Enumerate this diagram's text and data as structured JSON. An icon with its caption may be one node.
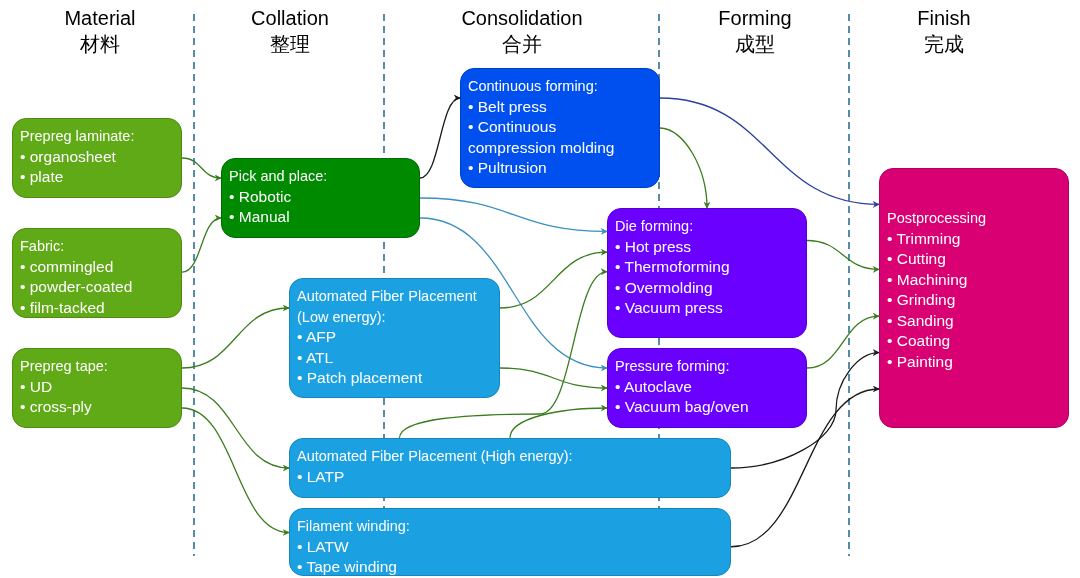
{
  "diagram": {
    "nodes": [
      {
        "text": [
          "Prepreg laminate:",
          "• organosheet",
          "• plate"
        ]
      },
      {
        "text": [
          "Fabric:",
          "• commingled",
          "• powder-coated",
          "• film-tacked"
        ]
      },
      {
        "text": [
          "Prepreg tape:",
          "• UD",
          "• cross-ply"
        ]
      },
      {
        "text": [
          "Pick and place:",
          "• Robotic",
          "• Manual"
        ]
      },
      {
        "text": [
          "Continuous forming:",
          "• Belt press",
          "• Continuous compression molding",
          "• Pultrusion"
        ]
      },
      {
        "text": [
          "Automated Fiber Placement (Low energy):",
          "• AFP",
          "• ATL",
          "• Patch placement"
        ]
      },
      {
        "text": [
          "Die forming:",
          "• Hot press",
          "• Thermoforming",
          "• Overmolding",
          "• Vacuum press"
        ]
      },
      {
        "text": [
          "Pressure forming:",
          "• Autoclave",
          "• Vacuum bag/oven"
        ]
      },
      {
        "text": [
          "Automated Fiber Placement (High energy):",
          "• LATP"
        ]
      },
      {
        "text": [
          "Filament winding:",
          "• LATW",
          "• Tape winding"
        ]
      },
      {
        "text": [
          "Postprocessing",
          "• Trimming",
          "• Cutting",
          "• Machining",
          "• Grinding",
          "• Sanding",
          "• Coating",
          "• Painting"
        ]
      }
    ],
    "edges": [
      {
        "from": 0,
        "to": 3,
        "arrow": "to"
      },
      {
        "from": 1,
        "to": 3,
        "arrow": "to"
      },
      {
        "from": 3,
        "to": 4,
        "arrow": "to",
        "color": "#1a1a1a"
      },
      {
        "from": 3,
        "to": 6,
        "arrow": "to",
        "color": "#3a8fc0"
      },
      {
        "from": 3,
        "to": 7,
        "arrow": "to",
        "color": "#3a8fc0"
      },
      {
        "from": 4,
        "to": 10,
        "arrow": "to",
        "color": "#2a3fa0"
      },
      {
        "from": 4,
        "to": 6,
        "arrow": "to"
      },
      {
        "from": 2,
        "to": 5,
        "arrow": "to"
      },
      {
        "from": 5,
        "to": 6,
        "arrow": "to"
      },
      {
        "from": 5,
        "to": 7,
        "arrow": "to"
      },
      {
        "from": 8,
        "to": 6,
        "arrow": "to"
      },
      {
        "from": 8,
        "to": 7,
        "arrow": "to"
      },
      {
        "from": 2,
        "to": 8,
        "arrow": "to"
      },
      {
        "from": 2,
        "to": 9,
        "arrow": "to"
      },
      {
        "from": 6,
        "to": 10,
        "arrow": "to"
      },
      {
        "from": 7,
        "to": 10,
        "arrow": "to"
      },
      {
        "from": 8,
        "to": 10,
        "arrow": "to",
        "color": "#1a1a1a"
      },
      {
        "from": 9,
        "to": 10,
        "arrow": "to",
        "color": "#1a1a1a"
      }
    ],
    "labels": [
      "Material",
      "材料",
      "Collation",
      "整理",
      "Consolidation",
      "合并",
      "Forming",
      "成型",
      "Finish",
      "完成"
    ]
  }
}
